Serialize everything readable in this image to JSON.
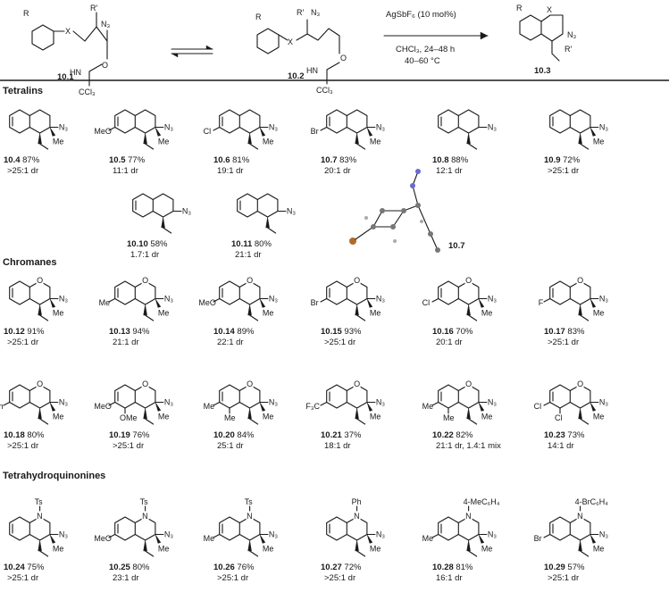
{
  "header": {
    "reagent": "AgSbF₆ (10 mol%)",
    "solvent_time": "CHCl₃, 24–48 h",
    "temperature": "40–60 °C",
    "label_101": "10.1",
    "label_102": "10.2",
    "label_103": "10.3"
  },
  "sections": {
    "tetralins": "Tetralins",
    "chromanes": "Chromanes",
    "thq": "Tetrahydroquinonines"
  },
  "tetralins": [
    {
      "id": "10.4",
      "yield": "87%",
      "dr": ">25:1 dr",
      "sub": "",
      "q": "Me"
    },
    {
      "id": "10.5",
      "yield": "77%",
      "dr": "11:1 dr",
      "sub": "MeO",
      "q": "Me"
    },
    {
      "id": "10.6",
      "yield": "81%",
      "dr": "19:1 dr",
      "sub": "Cl",
      "q": "Me"
    },
    {
      "id": "10.7",
      "yield": "83%",
      "dr": "20:1 dr",
      "sub": "Br",
      "q": "Me"
    },
    {
      "id": "10.8",
      "yield": "88%",
      "dr": "12:1 dr",
      "sub": "",
      "q": ""
    },
    {
      "id": "10.9",
      "yield": "72%",
      "dr": ">25:1 dr",
      "sub": "",
      "q": "Me"
    },
    {
      "id": "10.10",
      "yield": "58%",
      "dr": "1.7:1 dr",
      "sub": "",
      "q": ""
    },
    {
      "id": "10.11",
      "yield": "80%",
      "dr": "21:1 dr",
      "sub": "",
      "q": ""
    }
  ],
  "xray_label": "10.7",
  "chromanes": [
    {
      "id": "10.12",
      "yield": "91%",
      "dr": ">25:1 dr",
      "sub": ""
    },
    {
      "id": "10.13",
      "yield": "94%",
      "dr": "21:1 dr",
      "sub": "Me"
    },
    {
      "id": "10.14",
      "yield": "89%",
      "dr": "22:1 dr",
      "sub": "MeO"
    },
    {
      "id": "10.15",
      "yield": "93%",
      "dr": ">25:1 dr",
      "sub": "Br"
    },
    {
      "id": "10.16",
      "yield": "70%",
      "dr": "20:1 dr",
      "sub": "Cl"
    },
    {
      "id": "10.17",
      "yield": "83%",
      "dr": ">25:1 dr",
      "sub": "F"
    },
    {
      "id": "10.18",
      "yield": "80%",
      "dr": ">25:1 dr",
      "sub": "Ph"
    },
    {
      "id": "10.19",
      "yield": "76%",
      "dr": ">25:1 dr",
      "sub": "MeO",
      "sub2": "OMe"
    },
    {
      "id": "10.20",
      "yield": "84%",
      "dr": "25:1 dr",
      "sub": "Me",
      "sub2": "Me"
    },
    {
      "id": "10.21",
      "yield": "37%",
      "dr": "18:1 dr",
      "sub": "F₃C"
    },
    {
      "id": "10.22",
      "yield": "82%",
      "dr": "21:1 dr, 1.4:1 mix",
      "sub": "Me",
      "sub2": "Me"
    },
    {
      "id": "10.23",
      "yield": "73%",
      "dr": "14:1 dr",
      "sub": "Cl",
      "sub2": "Cl"
    }
  ],
  "thq": [
    {
      "id": "10.24",
      "yield": "75%",
      "dr": ">25:1 dr",
      "sub": "",
      "n": "Ts"
    },
    {
      "id": "10.25",
      "yield": "80%",
      "dr": "23:1 dr",
      "sub": "MeO",
      "n": "Ts"
    },
    {
      "id": "10.26",
      "yield": "76%",
      "dr": ">25:1 dr",
      "sub": "Me",
      "n": "Ts"
    },
    {
      "id": "10.27",
      "yield": "72%",
      "dr": ">25:1 dr",
      "sub": "",
      "n": "Ph"
    },
    {
      "id": "10.28",
      "yield": "81%",
      "dr": "16:1 dr",
      "sub": "Me",
      "n": "4-MeC₆H₄"
    },
    {
      "id": "10.29",
      "yield": "57%",
      "dr": ">25:1 dr",
      "sub": "Br",
      "n": "4-BrC₆H₄"
    }
  ],
  "atoms": {
    "azide": "N₃",
    "methyl": "Me",
    "phenyl": "Ph",
    "r": "R",
    "rprime": "R′",
    "x": "X",
    "o": "O",
    "n": "N",
    "imine": "HN",
    "ccl3": "CCl₃"
  }
}
